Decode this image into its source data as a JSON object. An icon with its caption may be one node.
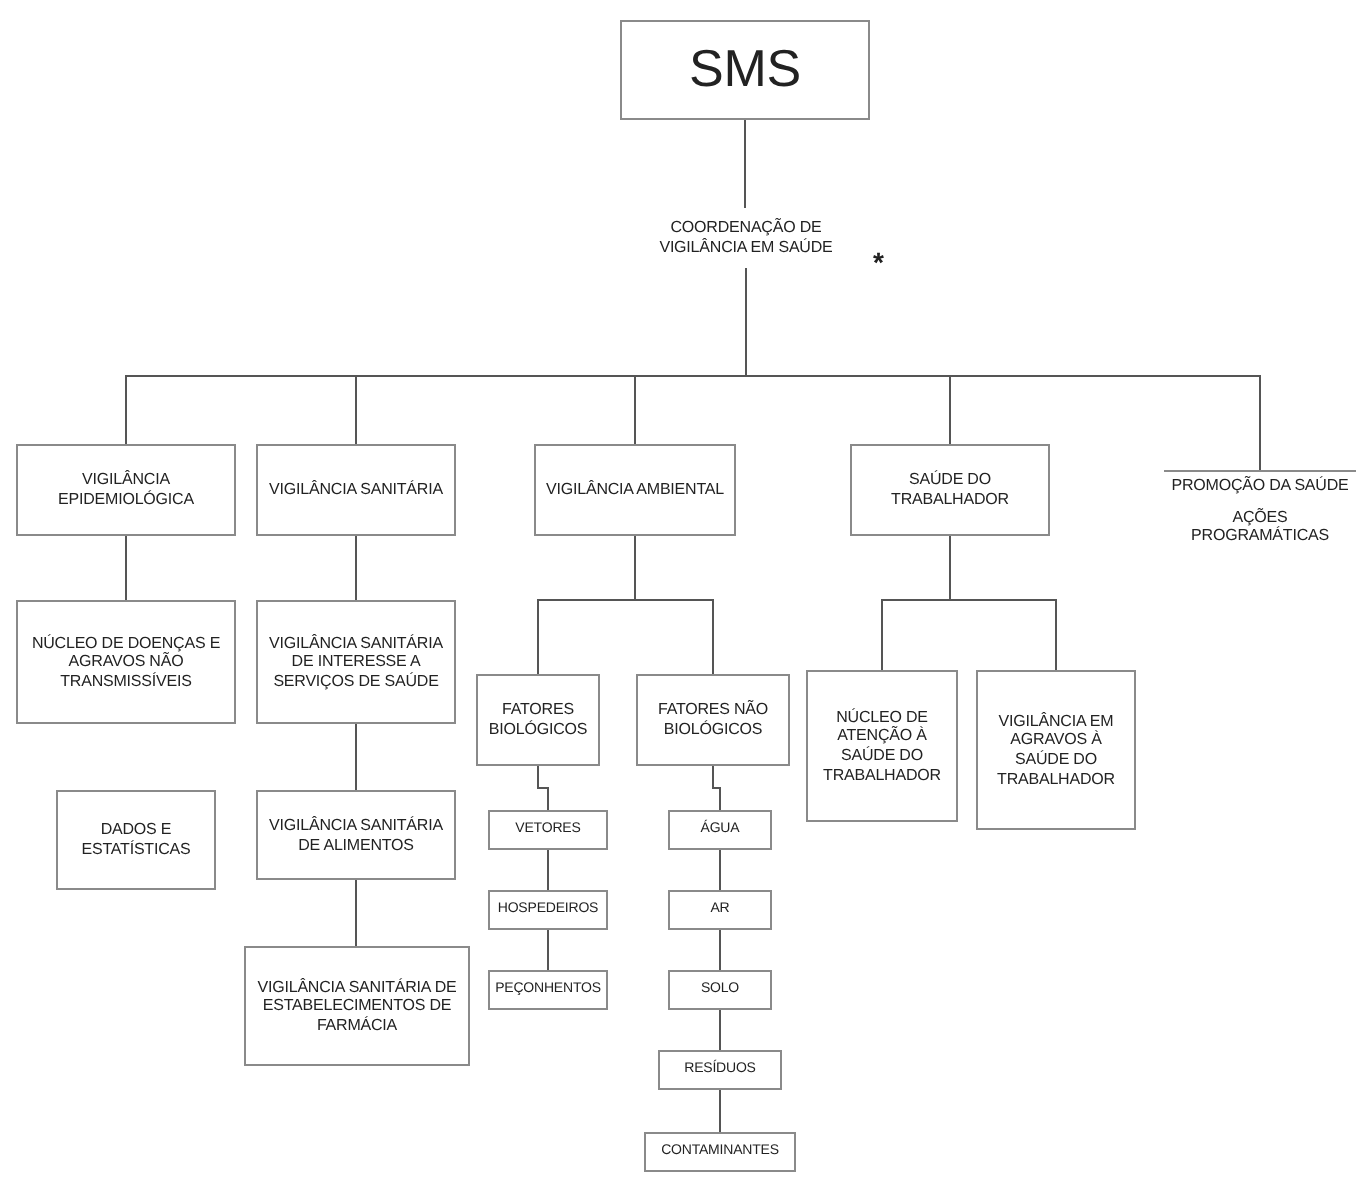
{
  "diagram": {
    "nodes": [
      {
        "text": [
          "SMS"
        ]
      },
      {
        "text": [
          "COORDENAÇÃO DE VIGILÂNCIA EM SAÚDE"
        ],
        "beside": [
          "*"
        ]
      },
      {
        "text": [
          "VIGILÂNCIA EPIDEMIOLÓGICA"
        ]
      },
      {
        "text": [
          "VIGILÂNCIA SANITÁRIA"
        ]
      },
      {
        "text": [
          "VIGILÂNCIA AMBIENTAL"
        ]
      },
      {
        "text": [
          "SAÚDE DO TRABALHADOR"
        ]
      },
      {
        "text": [
          "PROMOÇÃO DA SAÚDE",
          "AÇÕES PROGRAMÁTICAS"
        ]
      },
      {
        "text": [
          "NÚCLEO DE DOENÇAS E AGRAVOS NÃO TRANSMISSÍVEIS"
        ]
      },
      {
        "text": [
          "DADOS E ESTATÍSTICAS"
        ]
      },
      {
        "text": [
          "VIGILÂNCIA SANITÁRIA DE INTERESSE A SERVIÇOS DE SAÚDE"
        ]
      },
      {
        "text": [
          "VIGILÂNCIA SANITÁRIA DE ALIMENTOS"
        ]
      },
      {
        "text": [
          "VIGILÂNCIA SANITÁRIA DE ESTABELECIMENTOS DE FARMÁCIA"
        ]
      },
      {
        "text": [
          "FATORES BIOLÓGICOS"
        ]
      },
      {
        "text": [
          "FATORES NÃO BIOLÓGICOS"
        ]
      },
      {
        "text": [
          "VETORES"
        ]
      },
      {
        "text": [
          "HOSPEDEIROS"
        ]
      },
      {
        "text": [
          "PEÇONHENTOS"
        ]
      },
      {
        "text": [
          "ÁGUA"
        ]
      },
      {
        "text": [
          "AR"
        ]
      },
      {
        "text": [
          "SOLO"
        ]
      },
      {
        "text": [
          "RESÍDUOS"
        ]
      },
      {
        "text": [
          "CONTAMINANTES"
        ]
      },
      {
        "text": [
          "NÚCLEO DE ATENÇÃO À SAÚDE DO TRABALHADOR"
        ]
      },
      {
        "text": [
          "VIGILÂNCIA EM AGRAVOS À SAÚDE DO TRABALHADOR"
        ]
      }
    ],
    "edges": [
      {
        "from": 0,
        "to": 1,
        "arrow": "none"
      },
      {
        "from": 1,
        "to": 2,
        "arrow": "none"
      },
      {
        "from": 1,
        "to": 3,
        "arrow": "none"
      },
      {
        "from": 1,
        "to": 4,
        "arrow": "none"
      },
      {
        "from": 1,
        "to": 5,
        "arrow": "none"
      },
      {
        "from": 1,
        "to": 6,
        "arrow": "none"
      },
      {
        "from": 2,
        "to": 7,
        "arrow": "none"
      },
      {
        "from": 3,
        "to": 9,
        "arrow": "none"
      },
      {
        "from": 9,
        "to": 10,
        "arrow": "none"
      },
      {
        "from": 10,
        "to": 11,
        "arrow": "none"
      },
      {
        "from": 4,
        "to": 12,
        "arrow": "none"
      },
      {
        "from": 4,
        "to": 13,
        "arrow": "none"
      },
      {
        "from": 12,
        "to": 14,
        "arrow": "none"
      },
      {
        "from": 14,
        "to": 15,
        "arrow": "none"
      },
      {
        "from": 15,
        "to": 16,
        "arrow": "none"
      },
      {
        "from": 13,
        "to": 17,
        "arrow": "none"
      },
      {
        "from": 17,
        "to": 18,
        "arrow": "none"
      },
      {
        "from": 18,
        "to": 19,
        "arrow": "none"
      },
      {
        "from": 19,
        "to": 20,
        "arrow": "none"
      },
      {
        "from": 20,
        "to": 21,
        "arrow": "none"
      },
      {
        "from": 5,
        "to": 22,
        "arrow": "none"
      },
      {
        "from": 5,
        "to": 23,
        "arrow": "none"
      }
    ]
  }
}
